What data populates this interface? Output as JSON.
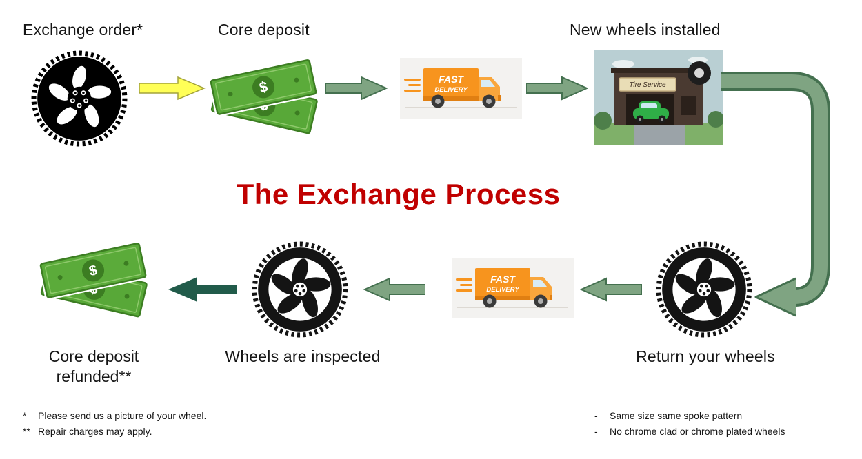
{
  "title": "The Exchange Process",
  "steps": {
    "exchange_order": "Exchange order*",
    "core_deposit": "Core deposit",
    "new_wheels_installed": "New wheels installed",
    "return_your_wheels": "Return your wheels",
    "wheels_inspected": "Wheels are inspected",
    "refund_line1": "Core deposit",
    "refund_line2": "refunded**"
  },
  "truck": {
    "line1": "FAST",
    "line2": "DELIVERY"
  },
  "shop": {
    "sign": "Tire Service"
  },
  "money": {
    "currency": "$"
  },
  "footnotes": {
    "marker1": "*",
    "text1": "Please send us a picture of your wheel.",
    "marker2": "**",
    "text2": "Repair charges may apply."
  },
  "notes": {
    "bullet1": "-",
    "item1": "Same size same spoke pattern",
    "bullet2": "-",
    "item2": "No chrome clad or chrome plated wheels"
  },
  "colors": {
    "title_red": "#C00000",
    "arrow_sage": "#7FA482",
    "arrow_sage_outline": "#44704F",
    "arrow_dark_green": "#215B4A",
    "arrow_yellow": "#FFFF57",
    "arrow_yellow_outline": "#A3A33B",
    "bill_green": "#58A838",
    "bill_dark_green": "#3C7D22",
    "truck_orange": "#F7941E"
  }
}
